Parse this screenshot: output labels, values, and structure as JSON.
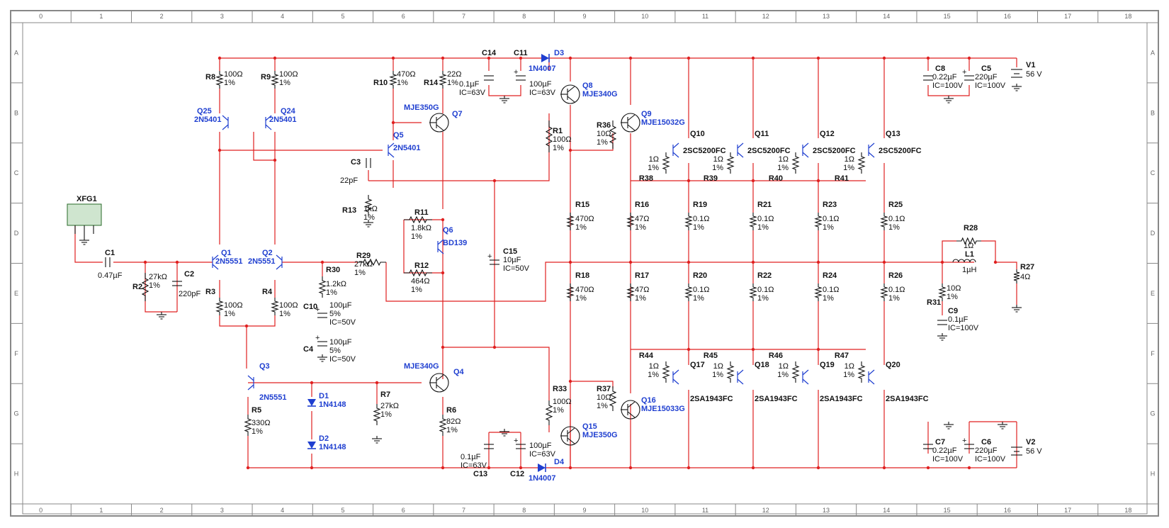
{
  "ruler": {
    "columns": [
      "0",
      "1",
      "2",
      "3",
      "4",
      "5",
      "6",
      "7",
      "8",
      "9",
      "10",
      "11",
      "12",
      "13",
      "14",
      "15",
      "16",
      "17",
      "18"
    ],
    "rows": [
      "A",
      "B",
      "C",
      "D",
      "E",
      "F",
      "G",
      "H"
    ]
  },
  "colors": {
    "wire": "#e02020",
    "component": "#111111",
    "semiconductor": "#1f3fd0",
    "border": "#888888",
    "junction": "#e02020"
  },
  "generator": {
    "ref": "XFG1"
  },
  "components": [
    {
      "id": "R8",
      "ref": "R8",
      "value": "100Ω",
      "tol": "1%"
    },
    {
      "id": "R9",
      "ref": "R9",
      "value": "100Ω",
      "tol": "1%"
    },
    {
      "id": "R10",
      "ref": "R10",
      "value": "470Ω",
      "tol": "1%"
    },
    {
      "id": "R14",
      "ref": "R14",
      "value": "22Ω",
      "tol": "1%"
    },
    {
      "id": "C14",
      "ref": "C14",
      "value": "0.1µF",
      "extra": "IC=63V"
    },
    {
      "id": "C11",
      "ref": "C11",
      "value": "100µF",
      "extra": "IC=63V"
    },
    {
      "id": "R1",
      "ref": "R1",
      "value": "100Ω",
      "tol": "1%"
    },
    {
      "id": "R36",
      "ref": "R36",
      "value": "10Ω",
      "tol": "1%"
    },
    {
      "id": "C3",
      "ref": "C3",
      "value": "22pF"
    },
    {
      "id": "R13",
      "ref": "R13",
      "value": "1kΩ",
      "tol": "1%"
    },
    {
      "id": "R11",
      "ref": "R11",
      "value": "1.8kΩ",
      "tol": "1%"
    },
    {
      "id": "R12",
      "ref": "R12",
      "value": "464Ω",
      "tol": "1%"
    },
    {
      "id": "C15",
      "ref": "C15",
      "value": "10µF",
      "extra": "IC=50V"
    },
    {
      "id": "C1",
      "ref": "C1",
      "value": "0.47µF"
    },
    {
      "id": "R2",
      "ref": "R2",
      "value": "27kΩ",
      "tol": "1%"
    },
    {
      "id": "C2",
      "ref": "C2",
      "value": "220pF"
    },
    {
      "id": "R3",
      "ref": "R3",
      "value": "100Ω",
      "tol": "1%"
    },
    {
      "id": "R4",
      "ref": "R4",
      "value": "100Ω",
      "tol": "1%"
    },
    {
      "id": "R29",
      "ref": "R29",
      "value": "27kΩ",
      "tol": "1%"
    },
    {
      "id": "R30",
      "ref": "R30",
      "value": "1.2kΩ",
      "tol": "1%"
    },
    {
      "id": "C10",
      "ref": "C10",
      "value": "100µF",
      "extra": "IC=50V",
      "tol": "5%"
    },
    {
      "id": "C4",
      "ref": "C4",
      "value": "100µF",
      "extra": "IC=50V",
      "tol": "5%"
    },
    {
      "id": "R5",
      "ref": "R5",
      "value": "330Ω",
      "tol": "1%"
    },
    {
      "id": "R7",
      "ref": "R7",
      "value": "27kΩ",
      "tol": "1%"
    },
    {
      "id": "R6",
      "ref": "R6",
      "value": "82Ω",
      "tol": "1%"
    },
    {
      "id": "C13",
      "ref": "C13",
      "value": "0.1µF",
      "extra": "IC=63V"
    },
    {
      "id": "C12",
      "ref": "C12",
      "value": "100µF",
      "extra": "IC=63V"
    },
    {
      "id": "R33",
      "ref": "R33",
      "value": "100Ω",
      "tol": "1%"
    },
    {
      "id": "R37",
      "ref": "R37",
      "value": "10Ω",
      "tol": "1%"
    },
    {
      "id": "R15",
      "ref": "R15",
      "value": "470Ω",
      "tol": "1%"
    },
    {
      "id": "R18",
      "ref": "R18",
      "value": "470Ω",
      "tol": "1%"
    },
    {
      "id": "R16",
      "ref": "R16",
      "value": "47Ω",
      "tol": "1%"
    },
    {
      "id": "R17",
      "ref": "R17",
      "value": "47Ω",
      "tol": "1%"
    },
    {
      "id": "R19",
      "ref": "R19",
      "value": "0.1Ω",
      "tol": "1%"
    },
    {
      "id": "R20",
      "ref": "R20",
      "value": "0.1Ω",
      "tol": "1%"
    },
    {
      "id": "R21",
      "ref": "R21",
      "value": "0.1Ω",
      "tol": "1%"
    },
    {
      "id": "R22",
      "ref": "R22",
      "value": "0.1Ω",
      "tol": "1%"
    },
    {
      "id": "R23",
      "ref": "R23",
      "value": "0.1Ω",
      "tol": "1%"
    },
    {
      "id": "R24",
      "ref": "R24",
      "value": "0.1Ω",
      "tol": "1%"
    },
    {
      "id": "R25",
      "ref": "R25",
      "value": "0.1Ω",
      "tol": "1%"
    },
    {
      "id": "R26",
      "ref": "R26",
      "value": "0.1Ω",
      "tol": "1%"
    },
    {
      "id": "R38",
      "ref": "R38",
      "value": "1Ω",
      "tol": "1%"
    },
    {
      "id": "R39",
      "ref": "R39",
      "value": "1Ω",
      "tol": "1%"
    },
    {
      "id": "R40",
      "ref": "R40",
      "value": "1Ω",
      "tol": "1%"
    },
    {
      "id": "R41",
      "ref": "R41",
      "value": "1Ω",
      "tol": "1%"
    },
    {
      "id": "R44",
      "ref": "R44",
      "value": "1Ω",
      "tol": "1%"
    },
    {
      "id": "R45",
      "ref": "R45",
      "value": "1Ω",
      "tol": "1%"
    },
    {
      "id": "R46",
      "ref": "R46",
      "value": "1Ω",
      "tol": "1%"
    },
    {
      "id": "R47",
      "ref": "R47",
      "value": "1Ω",
      "tol": "1%"
    },
    {
      "id": "C8",
      "ref": "C8",
      "value": "0.22µF",
      "extra": "IC=100V"
    },
    {
      "id": "C5",
      "ref": "C5",
      "value": "220µF",
      "extra": "IC=100V"
    },
    {
      "id": "C7",
      "ref": "C7",
      "value": "0.22µF",
      "extra": "IC=100V"
    },
    {
      "id": "C6",
      "ref": "C6",
      "value": "220µF",
      "extra": "IC=100V"
    },
    {
      "id": "V1",
      "ref": "V1",
      "value": "56 V"
    },
    {
      "id": "V2",
      "ref": "V2",
      "value": "56 V"
    },
    {
      "id": "R28",
      "ref": "R28",
      "value": "1Ω"
    },
    {
      "id": "L1",
      "ref": "L1",
      "value": "1µH"
    },
    {
      "id": "R27",
      "ref": "R27",
      "value": "4Ω"
    },
    {
      "id": "R31",
      "ref": "R31",
      "value": "10Ω",
      "tol": "1%"
    },
    {
      "id": "C9",
      "ref": "C9",
      "value": "0.1µF",
      "extra": "IC=100V"
    }
  ],
  "semis": [
    {
      "id": "Q25",
      "ref": "Q25",
      "part": "2N5401"
    },
    {
      "id": "Q24",
      "ref": "Q24",
      "part": "2N5401"
    },
    {
      "id": "Q5",
      "ref": "Q5",
      "part": "2N5401"
    },
    {
      "id": "Q7",
      "ref": "Q7",
      "part": "MJE350G"
    },
    {
      "id": "Q8",
      "ref": "Q8",
      "part": "MJE340G"
    },
    {
      "id": "Q9",
      "ref": "Q9",
      "part": "MJE15032G"
    },
    {
      "id": "Q6",
      "ref": "Q6",
      "part": "BD139"
    },
    {
      "id": "Q1",
      "ref": "Q1",
      "part": "2N5551"
    },
    {
      "id": "Q2",
      "ref": "Q2",
      "part": "2N5551"
    },
    {
      "id": "Q3",
      "ref": "Q3",
      "part": "2N5551"
    },
    {
      "id": "Q4",
      "ref": "Q4",
      "part": "MJE340G"
    },
    {
      "id": "Q15",
      "ref": "Q15",
      "part": "MJE350G"
    },
    {
      "id": "Q16",
      "ref": "Q16",
      "part": "MJE15033G"
    },
    {
      "id": "D1",
      "ref": "D1",
      "part": "1N4148"
    },
    {
      "id": "D2",
      "ref": "D2",
      "part": "1N4148"
    },
    {
      "id": "D3",
      "ref": "D3",
      "part": "1N4007"
    },
    {
      "id": "D4",
      "ref": "D4",
      "part": "1N4007"
    },
    {
      "id": "Q10",
      "ref": "Q10",
      "part": "2SC5200FC"
    },
    {
      "id": "Q11",
      "ref": "Q11",
      "part": "2SC5200FC"
    },
    {
      "id": "Q12",
      "ref": "Q12",
      "part": "2SC5200FC"
    },
    {
      "id": "Q13",
      "ref": "Q13",
      "part": "2SC5200FC"
    },
    {
      "id": "Q17",
      "ref": "Q17",
      "part": "2SA1943FC"
    },
    {
      "id": "Q18",
      "ref": "Q18",
      "part": "2SA1943FC"
    },
    {
      "id": "Q19",
      "ref": "Q19",
      "part": "2SA1943FC"
    },
    {
      "id": "Q20",
      "ref": "Q20",
      "part": "2SA1943FC"
    }
  ]
}
